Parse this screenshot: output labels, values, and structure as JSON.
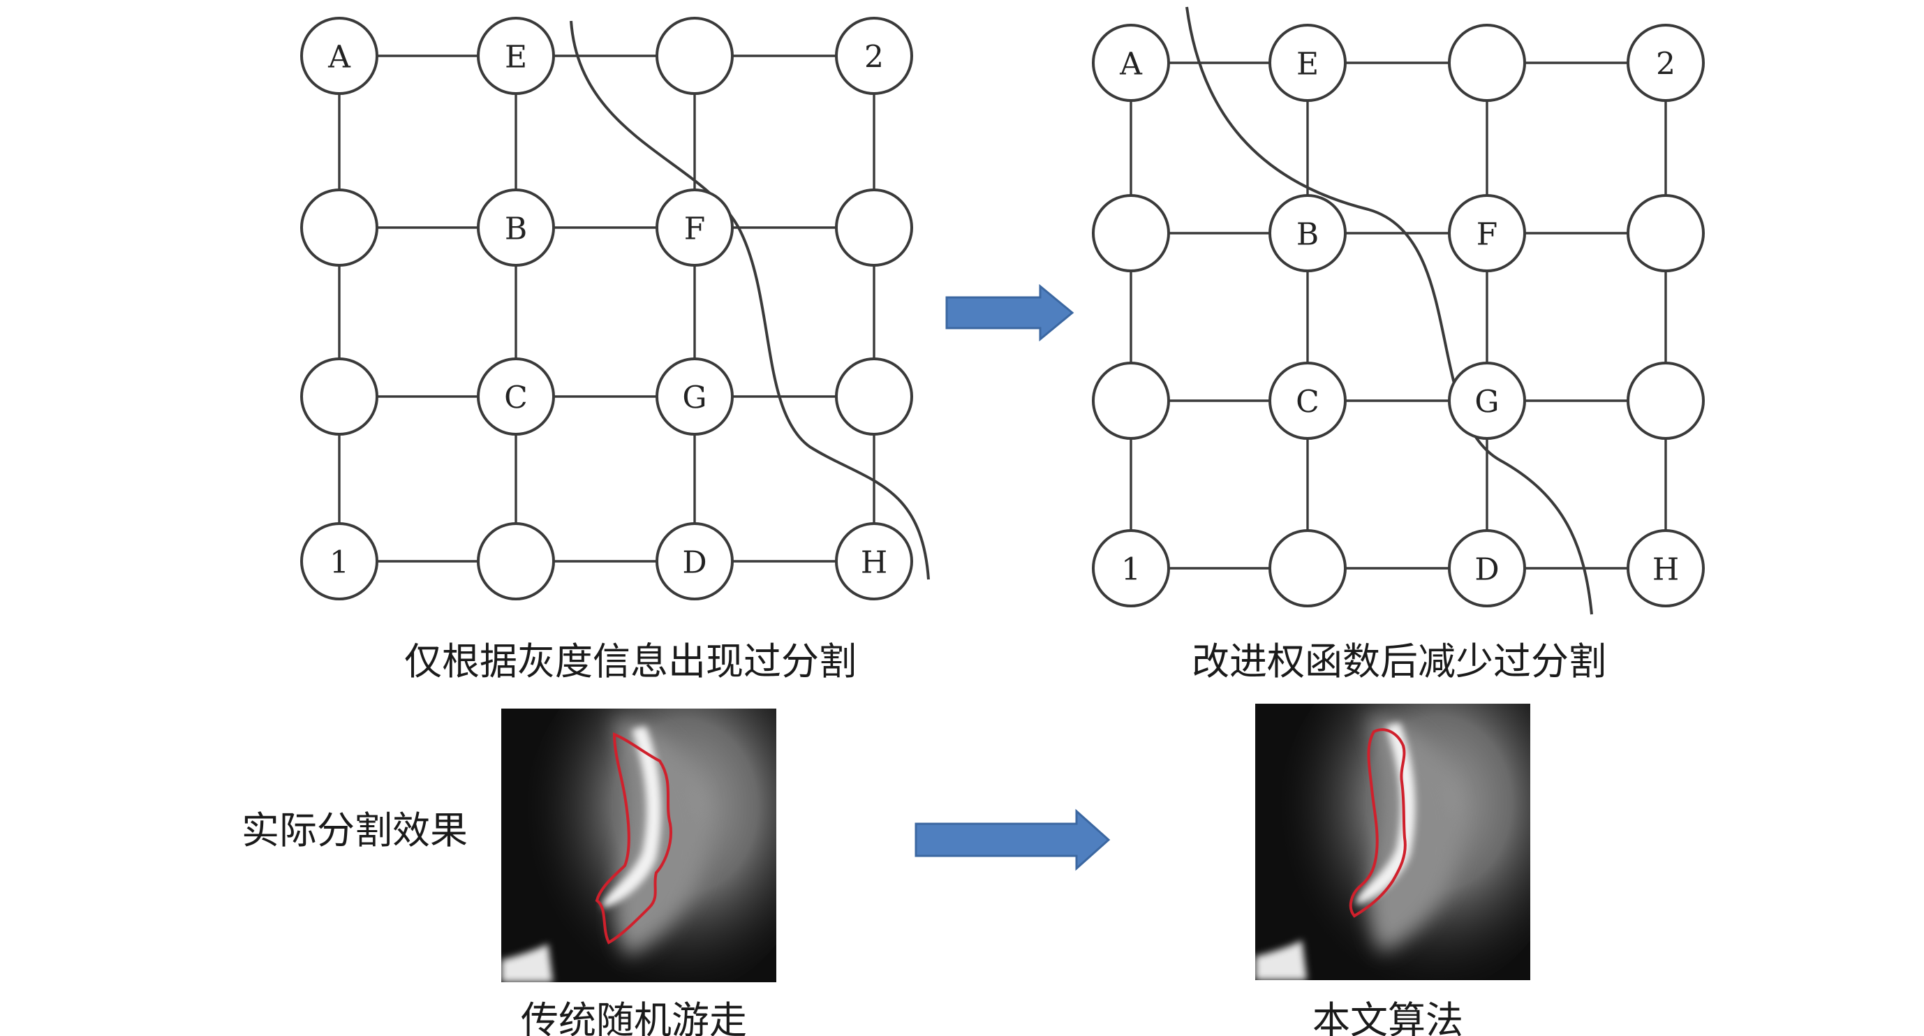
{
  "captions": {
    "graph_left": "仅根据灰度信息出现过分割",
    "graph_right": "改进权函数后减少过分割",
    "row_label": "实际分割效果",
    "image_left": "传统随机游走",
    "image_right": "本文算法"
  },
  "grid_labels": [
    [
      "A",
      "E",
      "",
      "2"
    ],
    [
      "",
      "B",
      "F",
      ""
    ],
    [
      "",
      "C",
      "G",
      ""
    ],
    [
      "1",
      "",
      "D",
      "H"
    ]
  ],
  "colors": {
    "arrow_fill": "#4f7fbf",
    "arrow_stroke": "#3b67a1",
    "contour": "#d0202c"
  }
}
